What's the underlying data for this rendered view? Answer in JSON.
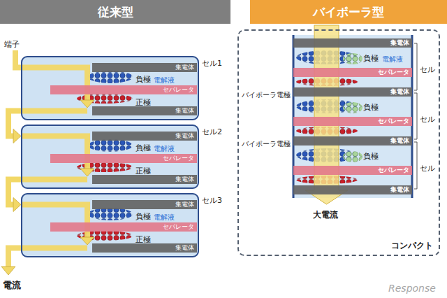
{
  "diagram": {
    "nodes": [
      {
        "text": [
          "従来型"
        ]
      },
      {
        "text": [
          "セル1"
        ]
      },
      {
        "text": [
          "集電体"
        ],
        "in": 1
      },
      {
        "text": [
          "セパレータ"
        ],
        "in": 1
      },
      {
        "text": [
          "集電体"
        ],
        "in": 1
      },
      {
        "text": [
          "セル2"
        ]
      },
      {
        "text": [
          "集電体"
        ],
        "in": 5
      },
      {
        "text": [
          "セパレータ"
        ],
        "in": 5
      },
      {
        "text": [
          "集電体"
        ],
        "in": 5
      },
      {
        "text": [
          "セル3"
        ]
      },
      {
        "text": [
          "集電体"
        ],
        "in": 9
      },
      {
        "text": [
          "セパレータ"
        ],
        "in": 9
      },
      {
        "text": [
          "集電体"
        ],
        "in": 9
      },
      {
        "text": [
          "バイポーラ型"
        ]
      },
      {
        "text": [
          "コンパクト"
        ]
      },
      {
        "text": [
          "集電体"
        ],
        "in": 14
      },
      {
        "text": [
          "セパレータ"
        ],
        "in": 14
      },
      {
        "text": [
          "集電体"
        ],
        "in": 14
      },
      {
        "text": [
          "セパレータ"
        ],
        "in": 14
      },
      {
        "text": [
          "集電体"
        ],
        "in": 14
      },
      {
        "text": [
          "セパレータ"
        ],
        "in": 14
      },
      {
        "text": [
          "集電体"
        ],
        "in": 14
      }
    ],
    "edges": [
      {
        "from": 1,
        "to": 5,
        "arrow": "to"
      },
      {
        "from": 5,
        "to": 9,
        "arrow": "to"
      }
    ],
    "labels": [
      "端子",
      "負極",
      "電解液",
      "正極",
      "負極",
      "電解液",
      "正極",
      "負極",
      "電解液",
      "正極",
      "電流",
      "負極",
      "電解液",
      "バイポーラ電極",
      "負極",
      "バイポーラ電極",
      "負極",
      "セル",
      "セル",
      "セル",
      "大電流",
      "Response"
    ]
  }
}
